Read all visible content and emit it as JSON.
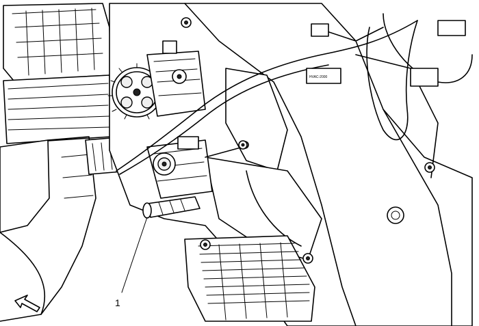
{
  "callouts": [
    {
      "id": "1",
      "label": "1"
    }
  ],
  "part_marking": "HVAC-2000"
}
